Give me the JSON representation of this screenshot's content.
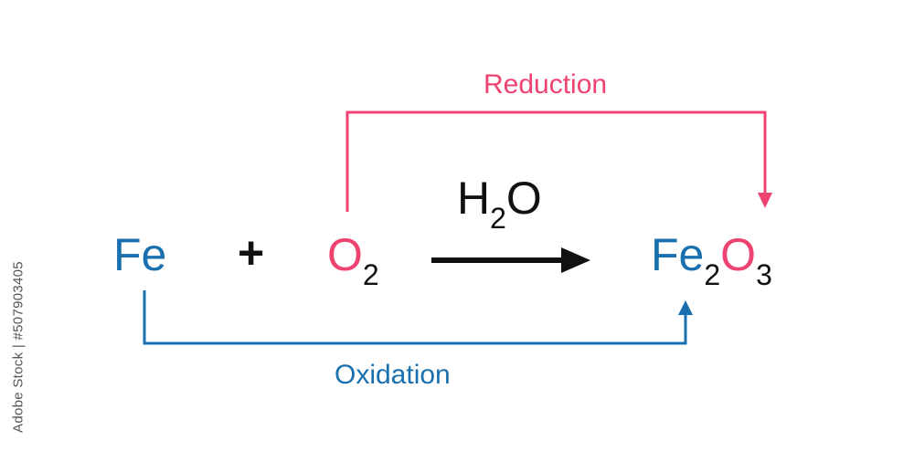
{
  "colors": {
    "oxidation": "#1a6fae",
    "reduction": "#ee4371",
    "neutral": "#111111"
  },
  "reactants": {
    "iron": {
      "symbol": "Fe"
    },
    "plus": "+",
    "oxygen": {
      "symbol": "O",
      "subscript": "2"
    }
  },
  "condition": {
    "symbol": "H",
    "subscript": "2",
    "tail": "O"
  },
  "product": {
    "iron": {
      "symbol": "Fe",
      "subscript": "2"
    },
    "oxygen": {
      "symbol": "O",
      "subscript": "3"
    }
  },
  "labels": {
    "reduction": "Reduction",
    "oxidation": "Oxidation"
  },
  "watermark": "Adobe Stock | #507903405"
}
